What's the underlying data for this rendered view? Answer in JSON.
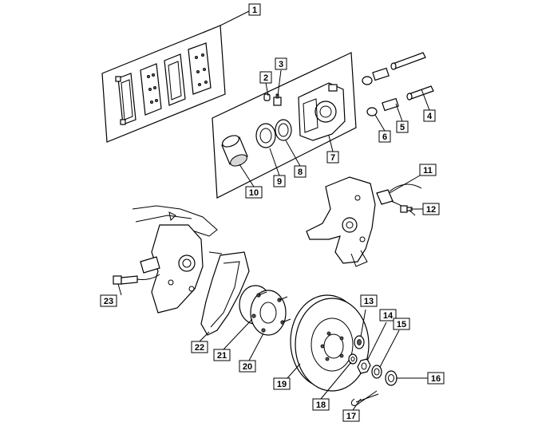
{
  "callouts": {
    "c1": "1",
    "c2": "2",
    "c3": "3",
    "c4": "4",
    "c5": "5",
    "c6": "6",
    "c7": "7",
    "c8": "8",
    "c9": "9",
    "c10": "10",
    "c11": "11",
    "c12": "12",
    "c13": "13",
    "c14": "14",
    "c15": "15",
    "c16": "16",
    "c17": "17",
    "c18": "18",
    "c19": "19",
    "c20": "20",
    "c21": "21",
    "c22": "22",
    "c23": "23"
  }
}
